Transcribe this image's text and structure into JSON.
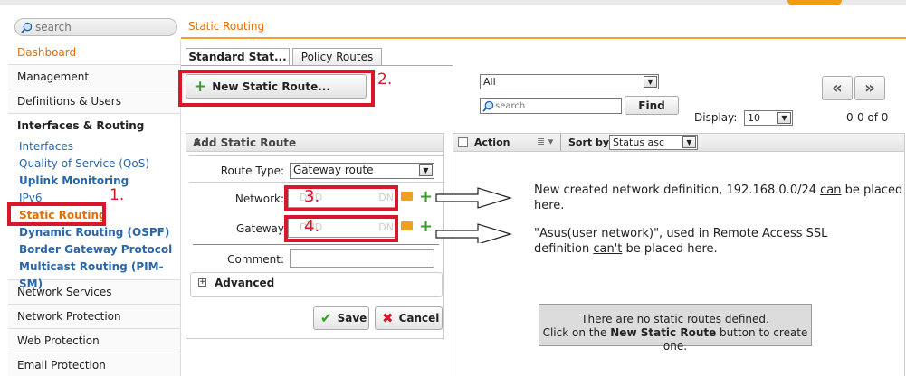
{
  "sidebar": {
    "search_placeholder": "search",
    "items": [
      {
        "label": "Dashboard"
      },
      {
        "label": "Management"
      },
      {
        "label": "Definitions & Users"
      }
    ],
    "group": "Interfaces & Routing",
    "sub_items": [
      {
        "label": "Interfaces"
      },
      {
        "label": "Quality of Service (QoS)"
      },
      {
        "label": "Uplink Monitoring"
      },
      {
        "label": "IPv6"
      },
      {
        "label": "Static Routing"
      },
      {
        "label": "Dynamic Routing (OSPF)"
      },
      {
        "label": "Border Gateway Protocol"
      },
      {
        "label": "Multicast Routing (PIM-SM)"
      }
    ],
    "bottom_items": [
      {
        "label": "Network Services"
      },
      {
        "label": "Network Protection"
      },
      {
        "label": "Web Protection"
      },
      {
        "label": "Email Protection"
      }
    ]
  },
  "header": {
    "title": "Static Routing"
  },
  "tabs": [
    {
      "label": "Standard Stat..."
    },
    {
      "label": "Policy Routes"
    }
  ],
  "toolbar": {
    "new_route_label": "New Static Route...",
    "filter_value": "All",
    "search_placeholder": "search",
    "find_label": "Find",
    "display_label": "Display:",
    "display_value": "10",
    "count_text": "0-0 of 0",
    "prev_label": "«",
    "next_label": "»"
  },
  "list": {
    "action_label": "Action",
    "sortby_label": "Sort by:",
    "sortby_value": "Status asc",
    "empty_line1": "There are no static routes defined.",
    "empty_line2_pre": "Click on the ",
    "empty_line2_bold": "New Static Route",
    "empty_line2_post": " button to create one."
  },
  "panel": {
    "title": "Add Static Route",
    "route_type_label": "Route Type:",
    "route_type_value": "Gateway route",
    "network_label": "Network:",
    "gateway_label": "Gateway",
    "dnd_hint": "DND",
    "dn_hint": "DN",
    "comment_label": "Comment:",
    "advanced_label": "Advanced",
    "save_label": "Save",
    "cancel_label": "Cancel"
  },
  "annotations": {
    "n1": "1.",
    "n2": "2.",
    "n3": "3.",
    "n4": "4.",
    "note1_pre": "New created network definition, 192.168.0.0/24 ",
    "note1_u": "can",
    "note1_post": " be placed",
    "note1_line2": "here.",
    "note2_line1": "\"Asus(user network)\", used in Remote Access SSL",
    "note2_pre": "definition ",
    "note2_u": "can't",
    "note2_post": " be placed here."
  },
  "colors": {
    "accent": "#e46f00",
    "link": "#2a66a8",
    "annotation_red": "#d8182a"
  }
}
